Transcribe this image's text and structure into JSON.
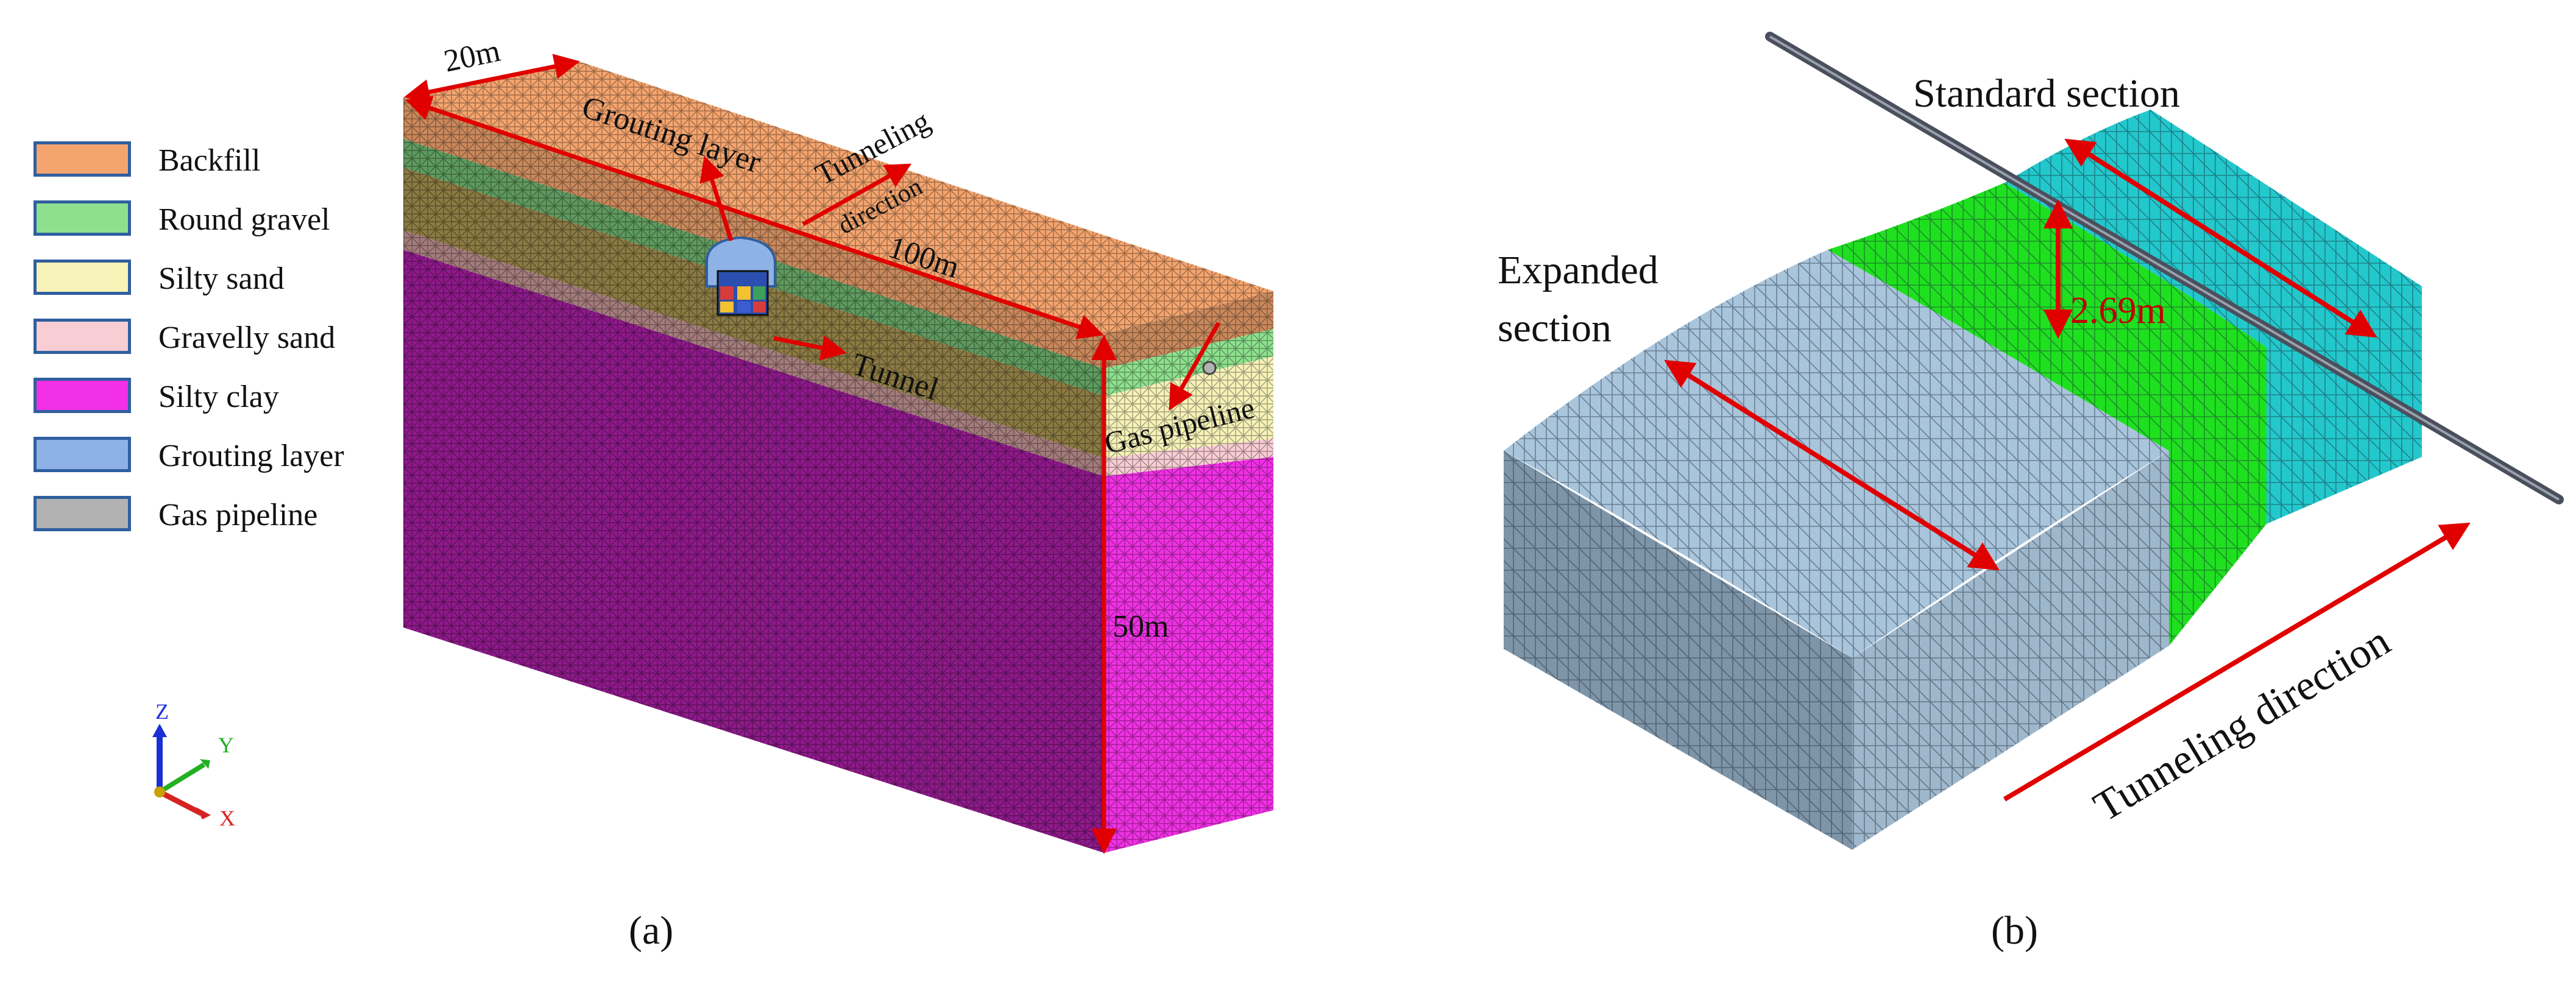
{
  "legend": [
    {
      "label": "Backfill",
      "color": "#F4A46E"
    },
    {
      "label": "Round gravel",
      "color": "#8EE08E"
    },
    {
      "label": "Silty sand",
      "color": "#F6F2B8"
    },
    {
      "label": "Gravelly sand",
      "color": "#F8CDD3"
    },
    {
      "label": "Silty clay",
      "color": "#F230E6"
    },
    {
      "label": "Grouting layer",
      "color": "#8FB2E6"
    },
    {
      "label": "Gas pipeline",
      "color": "#B2B2B2"
    }
  ],
  "panel_a": {
    "width_label": "20m",
    "grouting_label": "Grouting layer",
    "tunneling_label_1": "Tunneling",
    "tunneling_label_2": "direction",
    "length_label": "100m",
    "tunnel_label": "Tunnel",
    "gas_label": "Gas pipeline",
    "depth_label": "50m",
    "axis_z": "Z",
    "axis_y": "Y",
    "axis_x": "X",
    "caption": "(a)"
  },
  "panel_b": {
    "standard_label": "Standard section",
    "expanded_label_1": "Expanded",
    "expanded_label_2": "section",
    "distance_label": "2.69m",
    "tunneling_label": "Tunneling direction",
    "caption": "(b)"
  },
  "colors": {
    "backfill_side": "#C9895C",
    "silty_clay_side": "#8E1A8A",
    "silty_clay_front": "#F230E6",
    "arrow_red": "#E00000",
    "expanded_section": "#A9C5DC",
    "middle_section": "#1FE01F",
    "standard_section": "#22C8CC",
    "pipeline": "#4A4F5C"
  }
}
